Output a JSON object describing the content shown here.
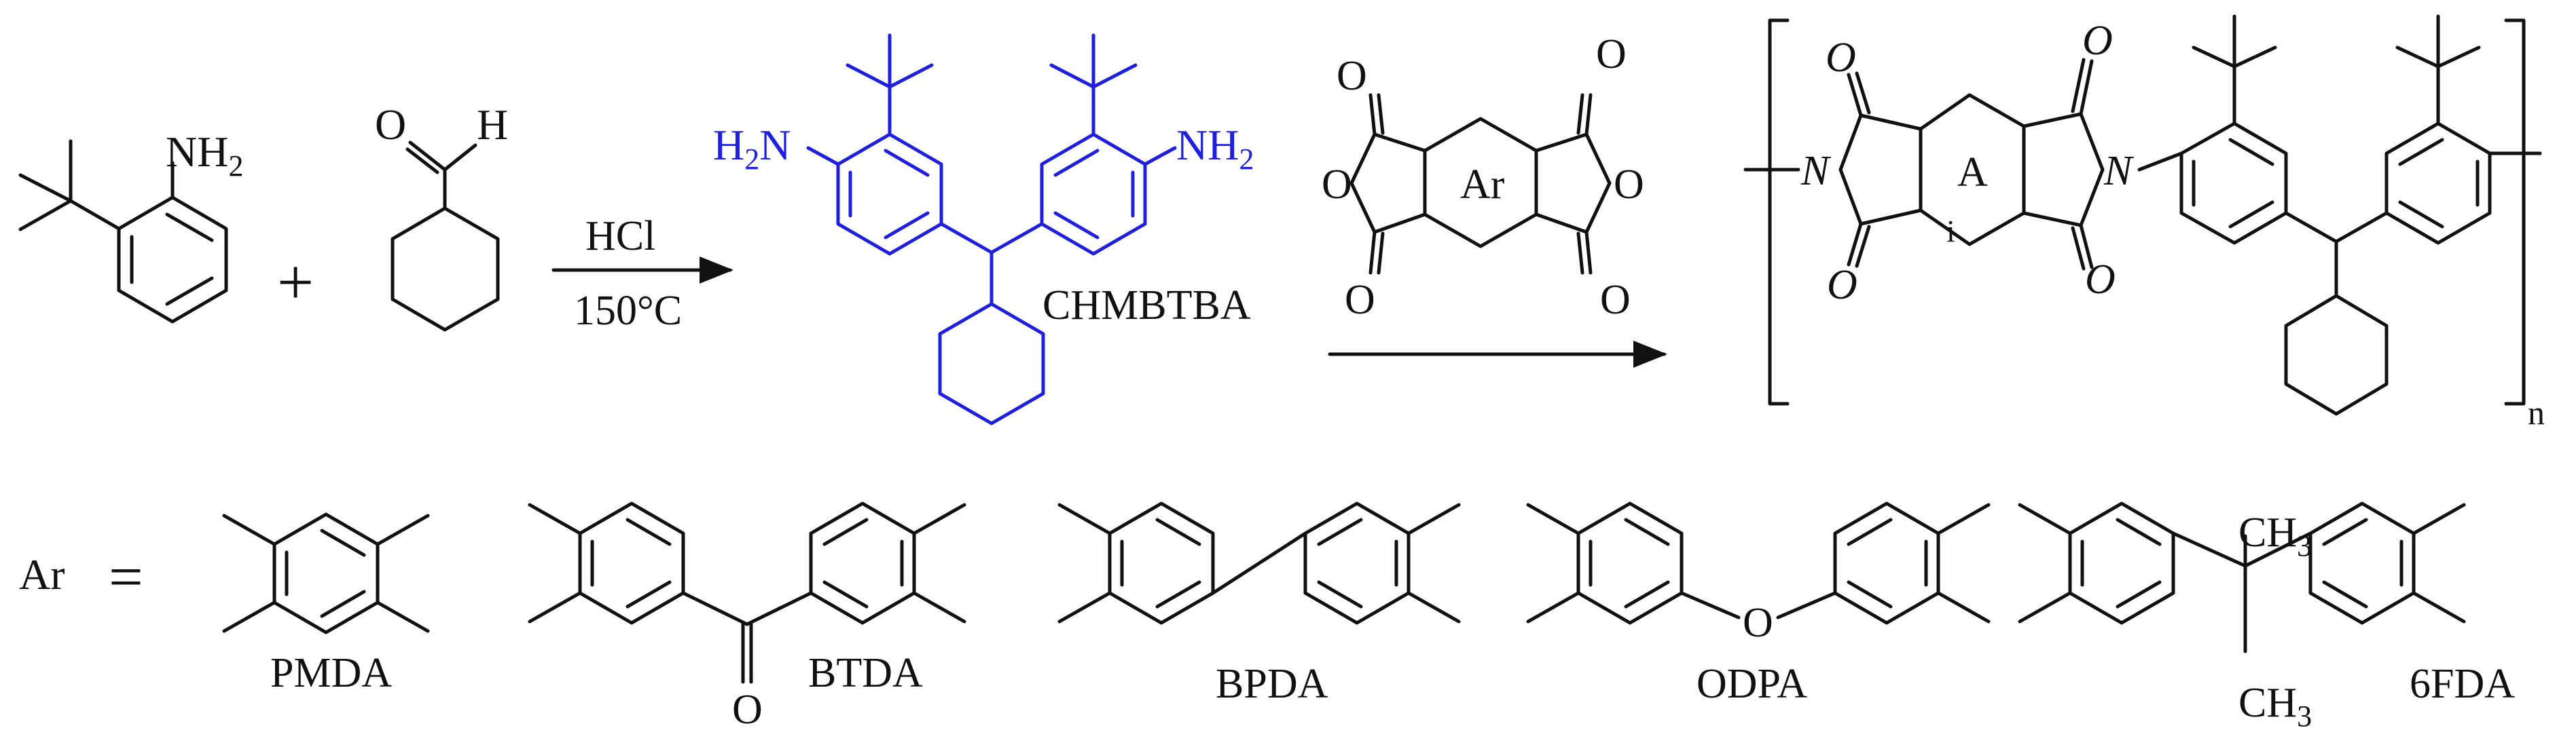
{
  "colors": {
    "ink": "#111111",
    "product": "#1f1fe0",
    "background": "#ffffff"
  },
  "atoms": {
    "nh2_1": "NH",
    "nh2_2": "NH",
    "nh2_3": "NH",
    "h2_left": "H",
    "sub2": "2",
    "o": "O",
    "h": "H",
    "n": "N",
    "ring_a": "A",
    "ring_i": "i",
    "ar": "Ar",
    "ch": "CH",
    "sub3": "3"
  },
  "operators": {
    "plus": "+",
    "equals": "="
  },
  "step1": {
    "reagent": "HCl",
    "condition": "150°C"
  },
  "names": {
    "diamine": "CHMBTBA",
    "pmda": "PMDA",
    "btda": "BTDA",
    "bpda": "BPDA",
    "odpa": "ODPA",
    "fda": "6FDA"
  },
  "polymer": {
    "repeat": "n"
  },
  "ar_definition": "Ar"
}
